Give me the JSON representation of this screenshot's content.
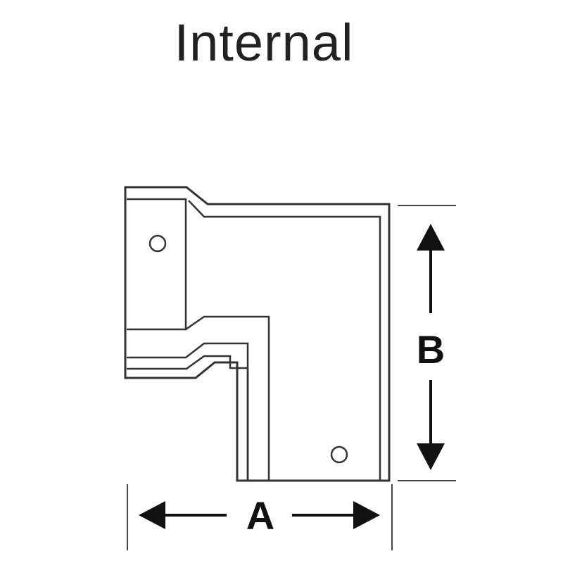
{
  "title": "Internal",
  "dimensions": {
    "a_label": "A",
    "b_label": "B"
  },
  "colors": {
    "line": "#333333",
    "background": "#ffffff"
  }
}
